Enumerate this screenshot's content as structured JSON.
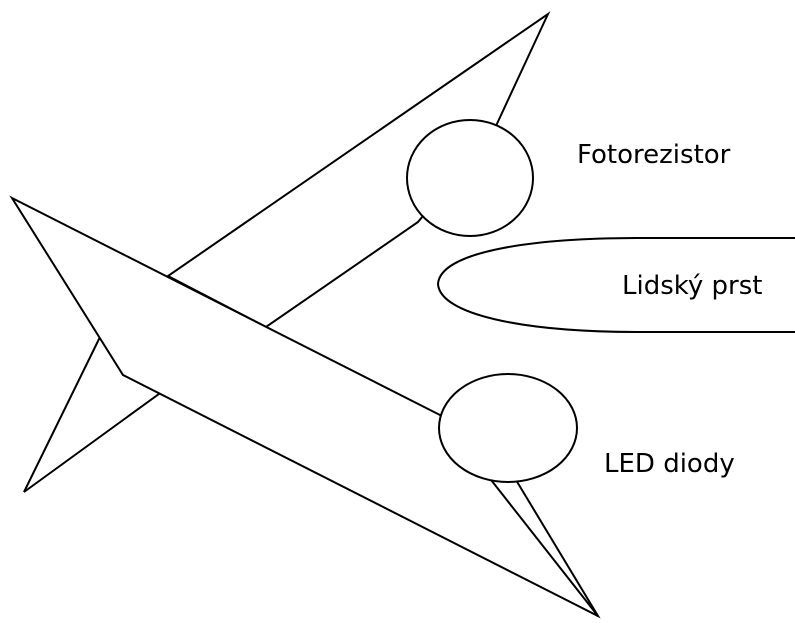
{
  "labels": {
    "photoresistor": "Fotorezistor",
    "finger": "Lidský prst",
    "leds": "LED diody"
  },
  "colors": {
    "stroke": "#000000",
    "fill": "#ffffff"
  }
}
